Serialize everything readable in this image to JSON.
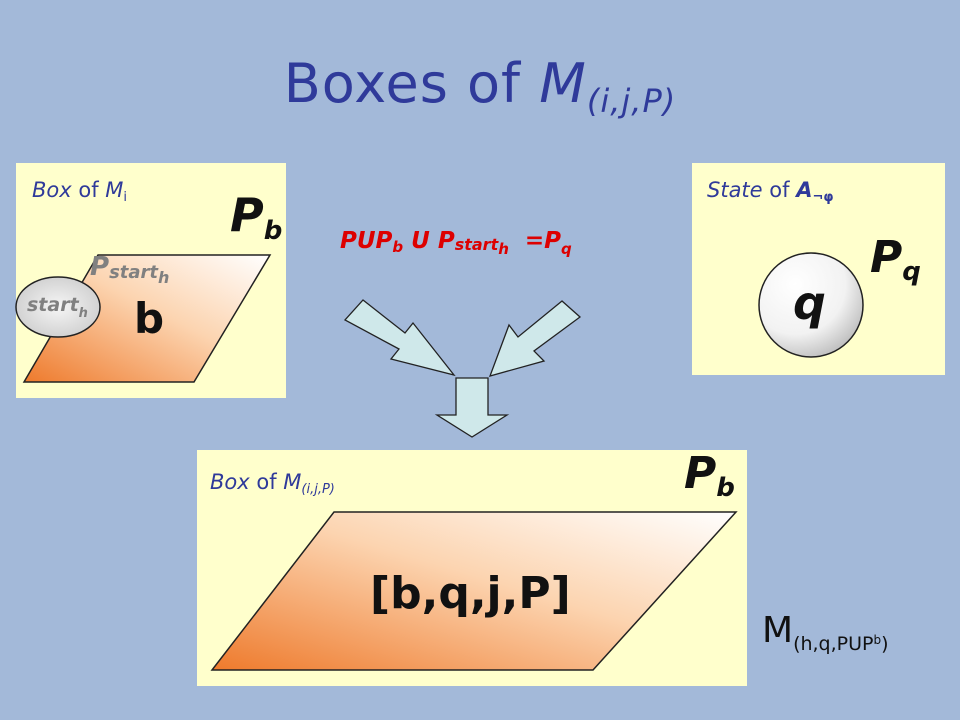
{
  "title": {
    "prefix": "Boxes of ",
    "m": "M",
    "sub": "(i,j,P)"
  },
  "left_box": {
    "label_box": "Box",
    "label_of": " of ",
    "label_m": "M",
    "label_sub": "i",
    "p_label": "P",
    "p_sub": "b",
    "pstart_p": "P",
    "pstart_start": "start",
    "pstart_h": "h",
    "start_label": "start",
    "start_sub": "h",
    "b_label": "b"
  },
  "right_box": {
    "label_state": "State",
    "label_of": " of ",
    "label_a": "A",
    "label_sub": "¬φ",
    "p_label": "P",
    "p_sub": "q",
    "q_label": "q"
  },
  "equation": {
    "pup": "PUP",
    "b": "b",
    "u": " U P",
    "start": "start",
    "h": "h",
    "eq": " =P",
    "q": "q"
  },
  "bottom_box": {
    "label_box": "Box",
    "label_of": " of ",
    "label_m": "M",
    "label_sub": "(i,j,P)",
    "p_label": "P",
    "p_sub": "b",
    "tuple": "[b,q,j,P]"
  },
  "m_label": {
    "m": "M",
    "open": "(h,q,PUP",
    "b": "b",
    "close": ")"
  },
  "colors": {
    "background": "#a3b9d9",
    "panel": "#ffffcc",
    "title": "#2f3a9a",
    "equation": "#dd0000",
    "arrow_fill": "#cfe8ea"
  }
}
